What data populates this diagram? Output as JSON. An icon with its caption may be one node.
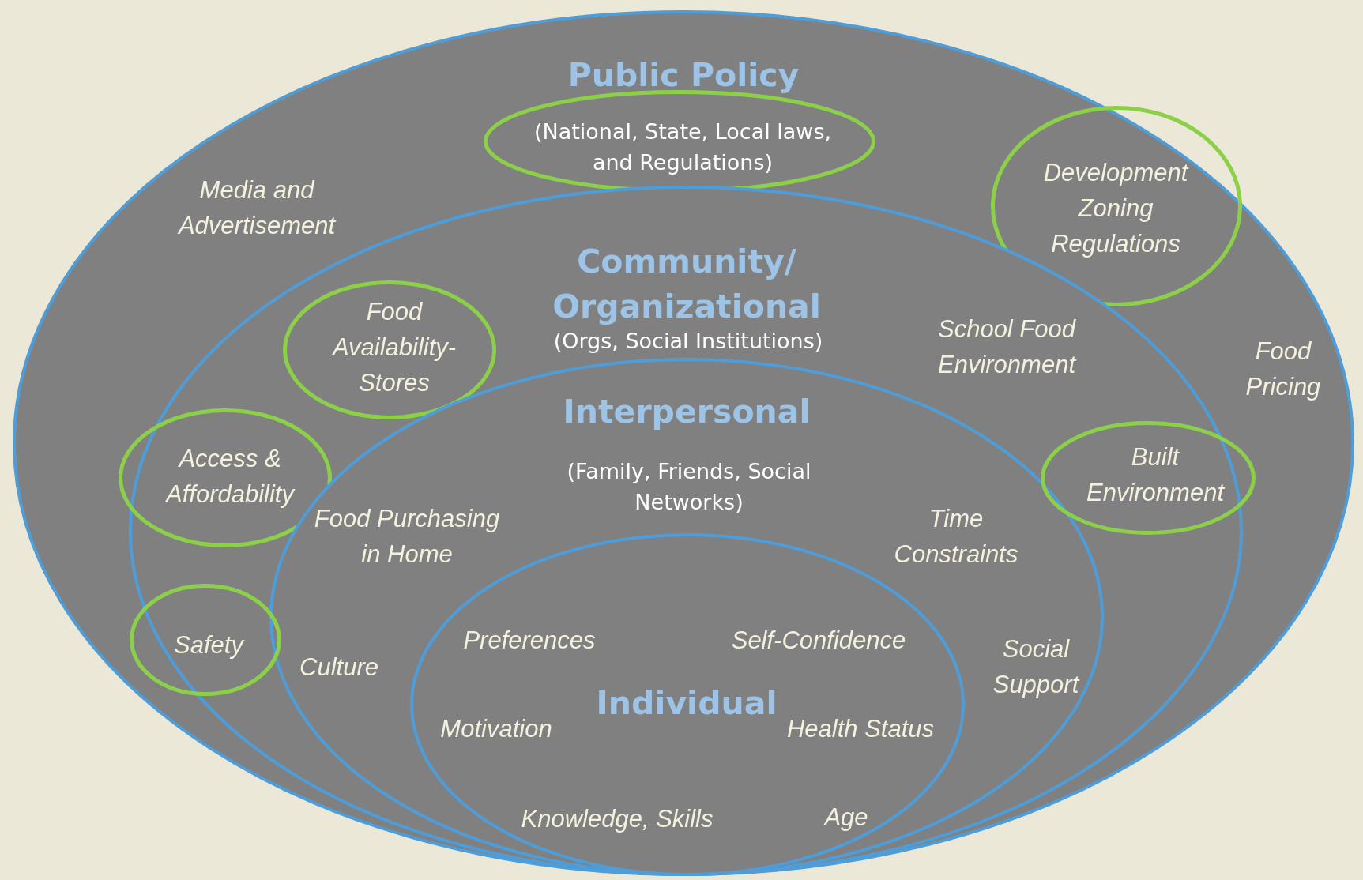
{
  "diagram": {
    "nodes": [
      {
        "text": [
          "Public Policy"
        ]
      },
      {
        "text": [
          "(National, State, Local laws, and Regulations)"
        ],
        "in": 0
      },
      {
        "text": [
          "Development Zoning Regulations"
        ],
        "in": 0
      },
      {
        "text": [
          "Community/ Organizational",
          "(Orgs, Social Institutions)"
        ],
        "in": 0
      },
      {
        "text": [
          "Food Availability-Stores"
        ],
        "in": 3
      },
      {
        "text": [
          "Access & Affordability"
        ],
        "in": 3
      },
      {
        "text": [
          "Built Environment"
        ],
        "in": 0
      },
      {
        "text": [
          "Interpersonal",
          "(Family, Friends, Social Networks)"
        ],
        "in": 3
      },
      {
        "text": [
          "Safety"
        ],
        "in": 3
      },
      {
        "text": [
          "Individual"
        ],
        "in": 7
      }
    ],
    "edges": [],
    "labels": [
      "Media and Advertisement",
      "School Food Environment",
      "Food Pricing",
      "Food Purchasing in Home",
      "Time Constraints",
      "Preferences",
      "Self-Confidence",
      "Culture",
      "Social Support",
      "Motivation",
      "Health Status",
      "Knowledge, Skills",
      "Age"
    ]
  }
}
